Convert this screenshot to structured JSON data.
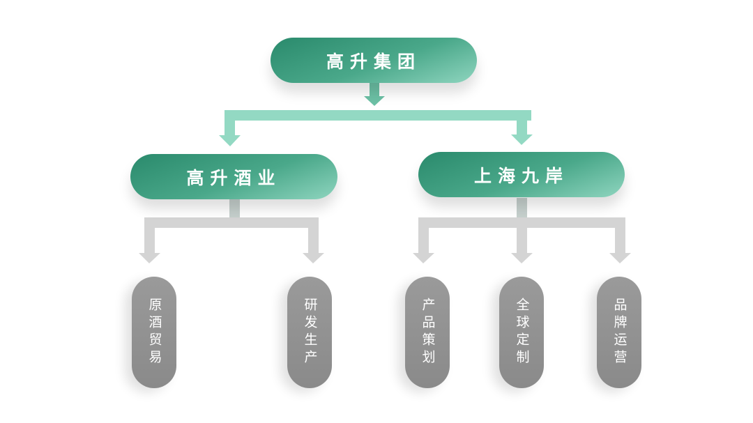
{
  "root": {
    "label": "高升集团"
  },
  "branches": [
    {
      "label": "高升酒业",
      "children": [
        "原酒贸易",
        "研发生产"
      ]
    },
    {
      "label": "上海九岸",
      "children": [
        "产品策划",
        "全球定制",
        "品牌运营"
      ]
    }
  ],
  "colors": {
    "green_dark": "#2a8a6c",
    "green_light": "#8fd5bf",
    "connector_green": "#93d9c3",
    "gray": "#8f8f8f",
    "connector_gray": "#d4d4d4"
  }
}
